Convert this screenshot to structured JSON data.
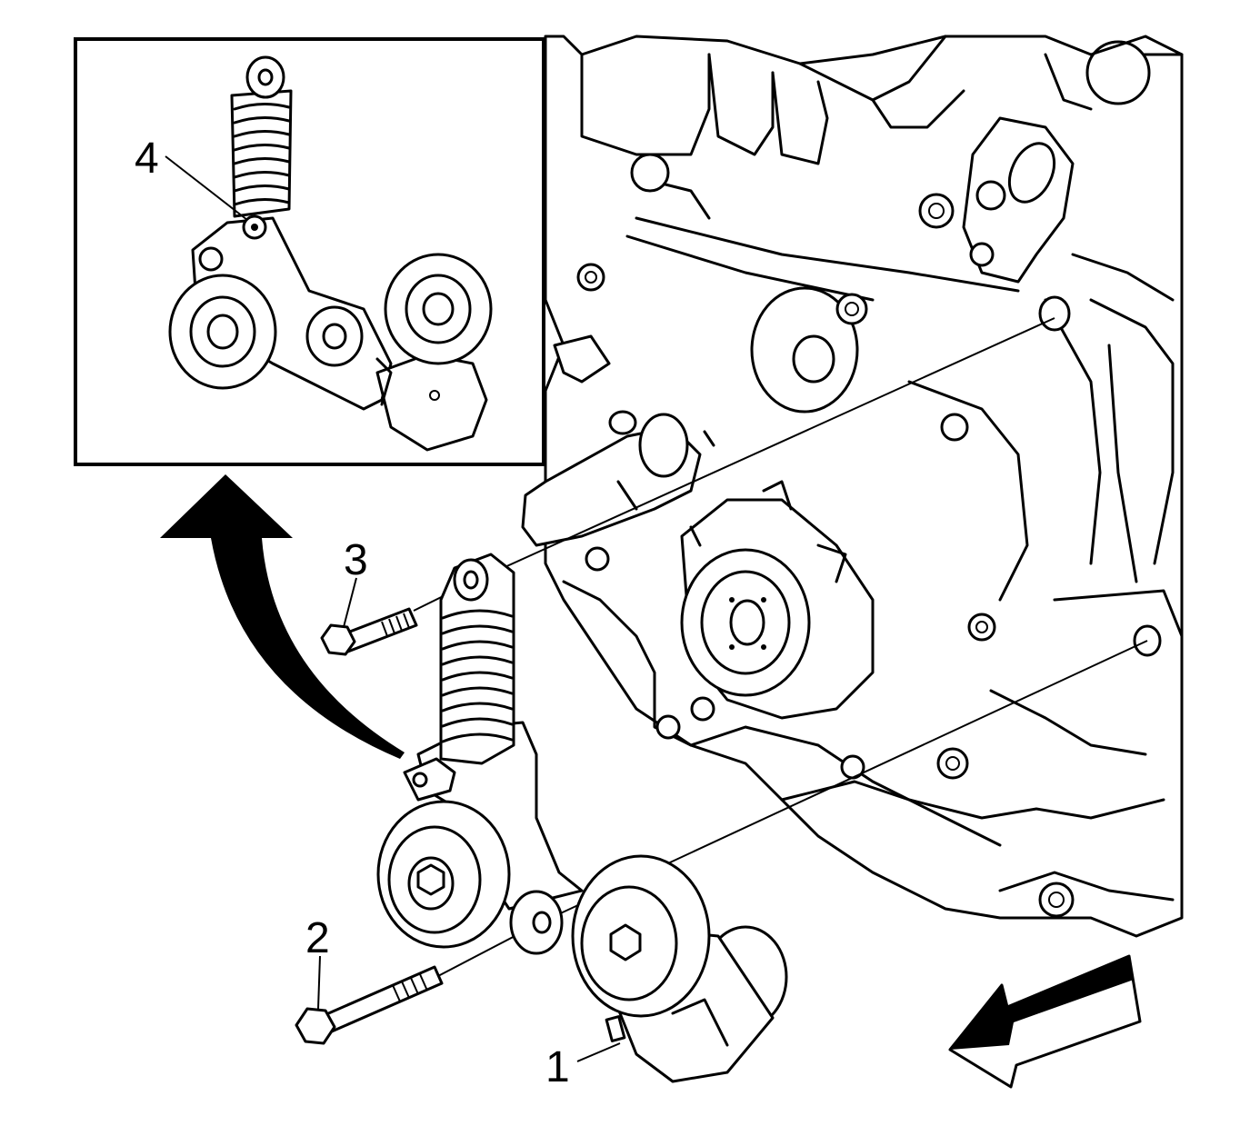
{
  "callouts": {
    "c1": "1",
    "c2": "2",
    "c3": "3",
    "c4": "4"
  },
  "colors": {
    "ink": "#000000",
    "paper": "#ffffff"
  },
  "icons": {
    "view_arrow": "curved-arrow-icon",
    "direction_arrow": "front-direction-arrow-icon"
  }
}
